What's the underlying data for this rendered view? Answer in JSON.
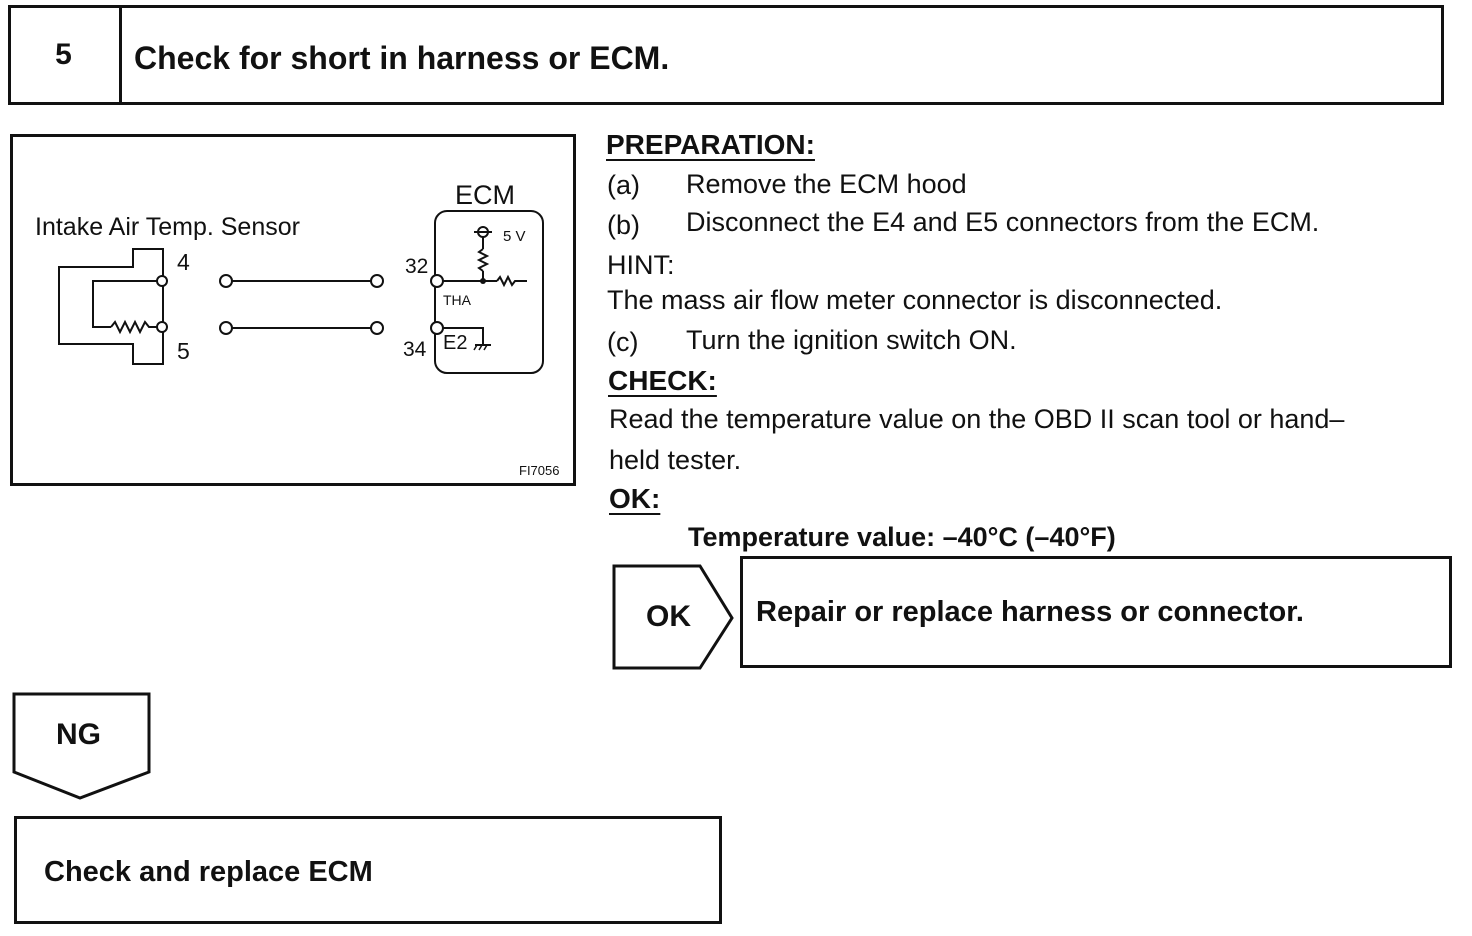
{
  "step": {
    "number": "5",
    "title": "Check for short in harness or ECM."
  },
  "diagram": {
    "sensor_label": "Intake Air Temp. Sensor",
    "ecm_label": "ECM",
    "pin_4": "4",
    "pin_5": "5",
    "pin_32": "32",
    "pin_34": "34",
    "voltage": "5 V",
    "tha": "THA",
    "e2": "E2",
    "figure_code": "FI7056"
  },
  "preparation": {
    "heading": "PREPARATION:",
    "steps": [
      {
        "marker": "(a)",
        "text": "Remove the ECM hood"
      },
      {
        "marker": "(b)",
        "text": "Disconnect the E4 and E5 connectors from the ECM."
      },
      {
        "marker": "(c)",
        "text": "Turn the ignition switch ON."
      }
    ],
    "hint_label": "HINT:",
    "hint_text": "The mass air flow meter connector is disconnected."
  },
  "check": {
    "heading": "CHECK:",
    "line1": "Read the temperature value on the OBD II scan tool or hand–",
    "line2": "held tester."
  },
  "ok": {
    "heading": "OK:",
    "spec": "Temperature value: –40°C (–40°F)"
  },
  "flow": {
    "ok_label": "OK",
    "ok_action": "Repair or replace harness or connector.",
    "ng_label": "NG",
    "ng_action": "Check and replace ECM"
  }
}
